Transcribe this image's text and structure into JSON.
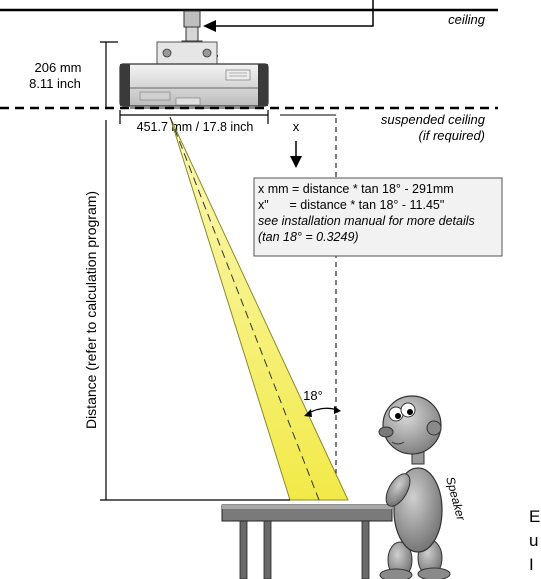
{
  "labels": {
    "ceiling": "ceiling",
    "suspended_line1": "suspended ceiling",
    "suspended_line2": "(if required)",
    "height_mm": "206 mm",
    "height_inch": "8.11 inch",
    "width": "451.7 mm / 17.8 inch",
    "x_marker": "x",
    "angle": "18°",
    "distance": "Distance  (refer to calculation program)",
    "speaker": "Speaker"
  },
  "formula": {
    "line1": "x mm = distance * tan 18° - 291mm",
    "line2": "x\"      = distance * tan 18° - 11.45\"",
    "line3": "see installation manual for more details",
    "line4": "(tan 18° = 0.3249)"
  },
  "side_text": {
    "line1": "E",
    "line2": "u",
    "line3": "I"
  },
  "colors": {
    "beam": "#f5f06a",
    "beam_stroke": "#8a8a2a",
    "box_fill": "#f2f2f2",
    "projector_body": "#dcdcdc",
    "speaker_body": "#9a9a9a",
    "table": "#7a7a7a"
  }
}
